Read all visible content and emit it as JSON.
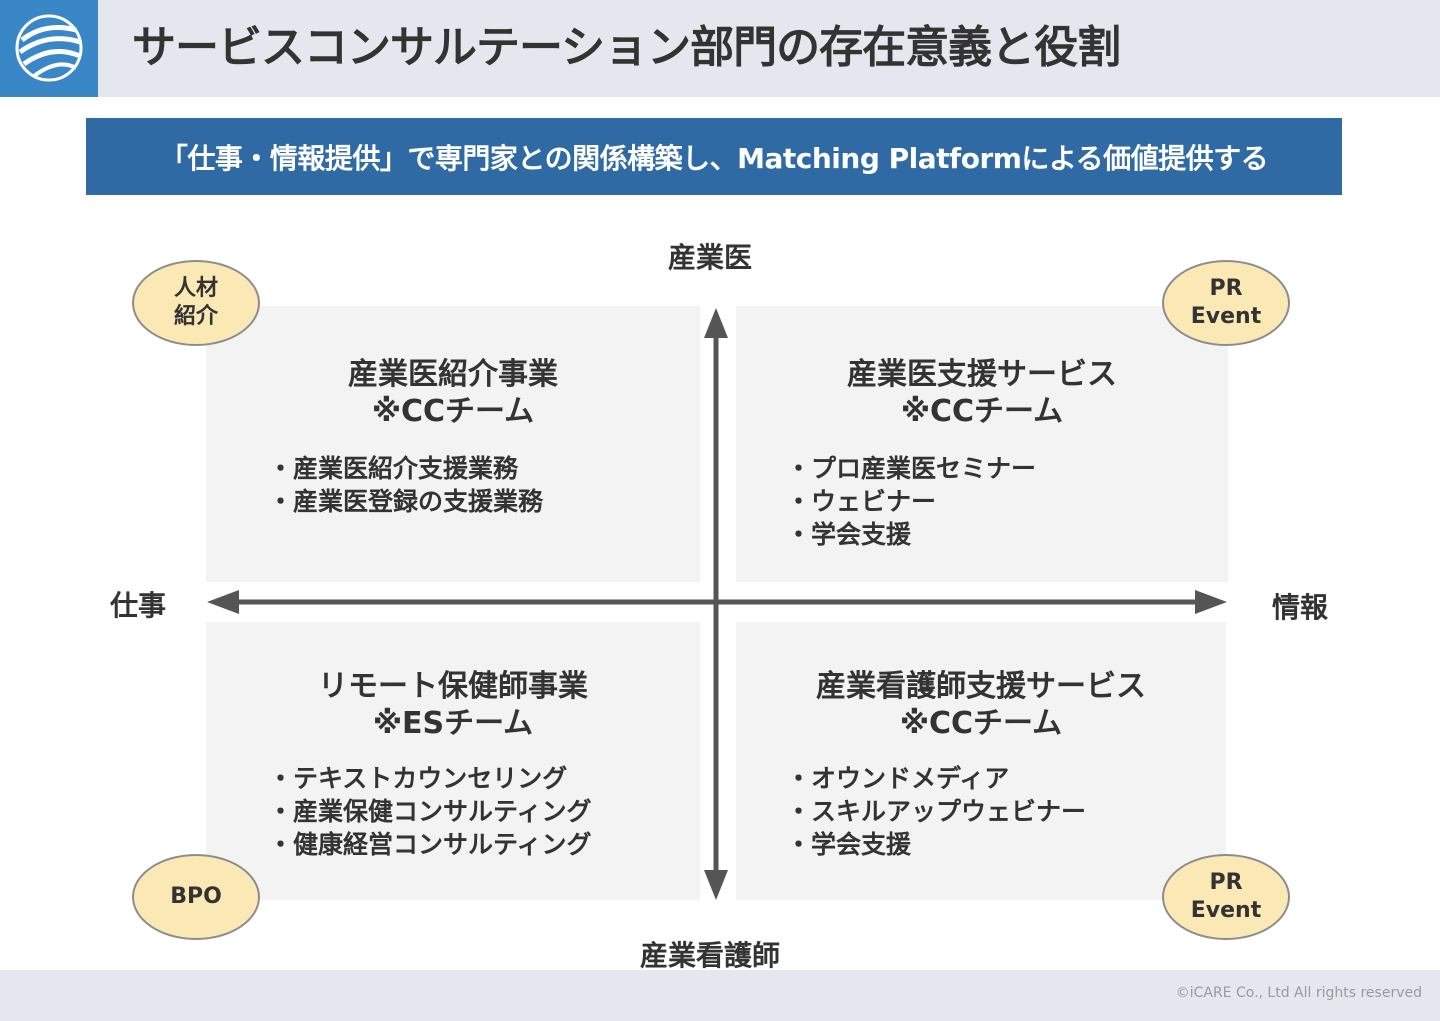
{
  "header": {
    "title": "サービスコンサルテーション部門の存在意義と役割"
  },
  "banner": {
    "text": "「仕事・情報提供」で専門家との関係構築し、Matching Platformによる価値提供する"
  },
  "axes": {
    "top": "産業医",
    "bottom": "産業看護師",
    "left": "仕事",
    "right": "情報"
  },
  "quadrants": {
    "top_left": {
      "title": "産業医紹介事業",
      "team": "※CCチーム",
      "items": [
        "産業医紹介支援業務",
        "産業医登録の支援業務"
      ]
    },
    "top_right": {
      "title": "産業医支援サービス",
      "team": "※CCチーム",
      "items": [
        "プロ産業医セミナー",
        "ウェビナー",
        "学会支援"
      ]
    },
    "bottom_left": {
      "title": "リモート保健師事業",
      "team": "※ESチーム",
      "items": [
        "テキストカウンセリング",
        "産業保健コンサルティング",
        "健康経営コンサルティング"
      ]
    },
    "bottom_right": {
      "title": "産業看護師支援サービス",
      "team": "※CCチーム",
      "items": [
        "オウンドメディア",
        "スキルアップウェビナー",
        "学会支援"
      ]
    }
  },
  "bubbles": {
    "top_left": [
      "人材",
      "紹介"
    ],
    "top_right": [
      "PR",
      "Event"
    ],
    "bottom_left": [
      "BPO"
    ],
    "bottom_right": [
      "PR",
      "Event"
    ]
  },
  "footer": {
    "copyright": "©iCARE Co., Ltd All rights reserved"
  },
  "colors": {
    "logo_bg": "#3a87c8",
    "banner_bg": "#2f6aa5",
    "bubble_fill": "#fbe9b5",
    "quadrant_bg": "#f3f3f3",
    "axis": "#555555"
  }
}
